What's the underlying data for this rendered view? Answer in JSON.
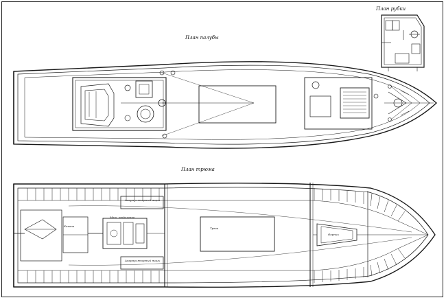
{
  "title_deck_plan": "План палубы",
  "title_wheelhouse_plan": "План рубки",
  "title_hold_plan": "План трюма",
  "hold_labels": {
    "tank_upper": "Аккумуляторный ящик",
    "tank_lower": "Аккумуляторный ящик",
    "hold_center": "Трюм",
    "aft_room": "Каюта",
    "engine_room": "Маш. отделение",
    "fore_peak": "Форпик"
  },
  "colors": {
    "ink": "#1a1a1a",
    "paper": "#ffffff"
  }
}
